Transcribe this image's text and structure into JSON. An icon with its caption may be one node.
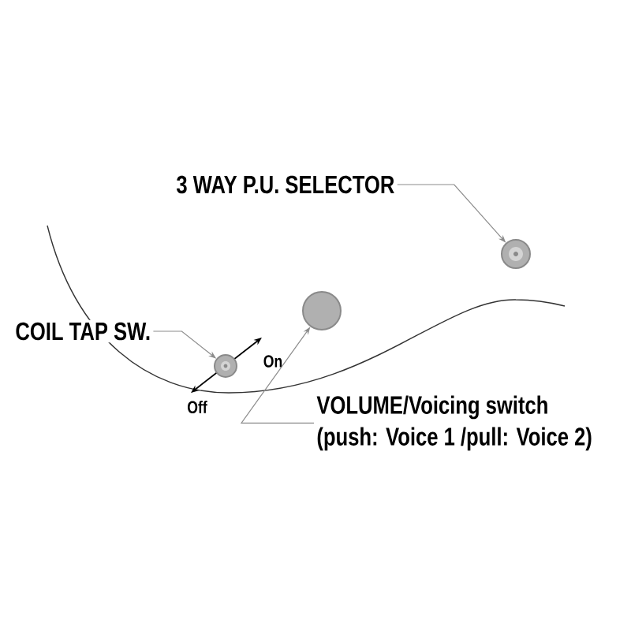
{
  "diagram": {
    "nodes": [
      {
        "text": [
          "3 WAY P.U. SELECTOR"
        ]
      },
      {
        "text": [],
        "shape": "circle"
      },
      {
        "text": [
          "COIL TAP SW."
        ]
      },
      {
        "text": [],
        "shape": "circle"
      },
      {
        "text": [
          "VOLUME/Voicing switch",
          "(push: Voice 1 /pull: Voice 2)"
        ]
      },
      {
        "text": [],
        "shape": "circle"
      }
    ],
    "edges": [
      {
        "from": 0,
        "to": 1,
        "arrow": "to"
      },
      {
        "from": 2,
        "to": 3,
        "arrow": "to"
      },
      {
        "from": 4,
        "to": 5,
        "arrow": "to"
      }
    ],
    "labels": [
      "On",
      "Off"
    ]
  }
}
